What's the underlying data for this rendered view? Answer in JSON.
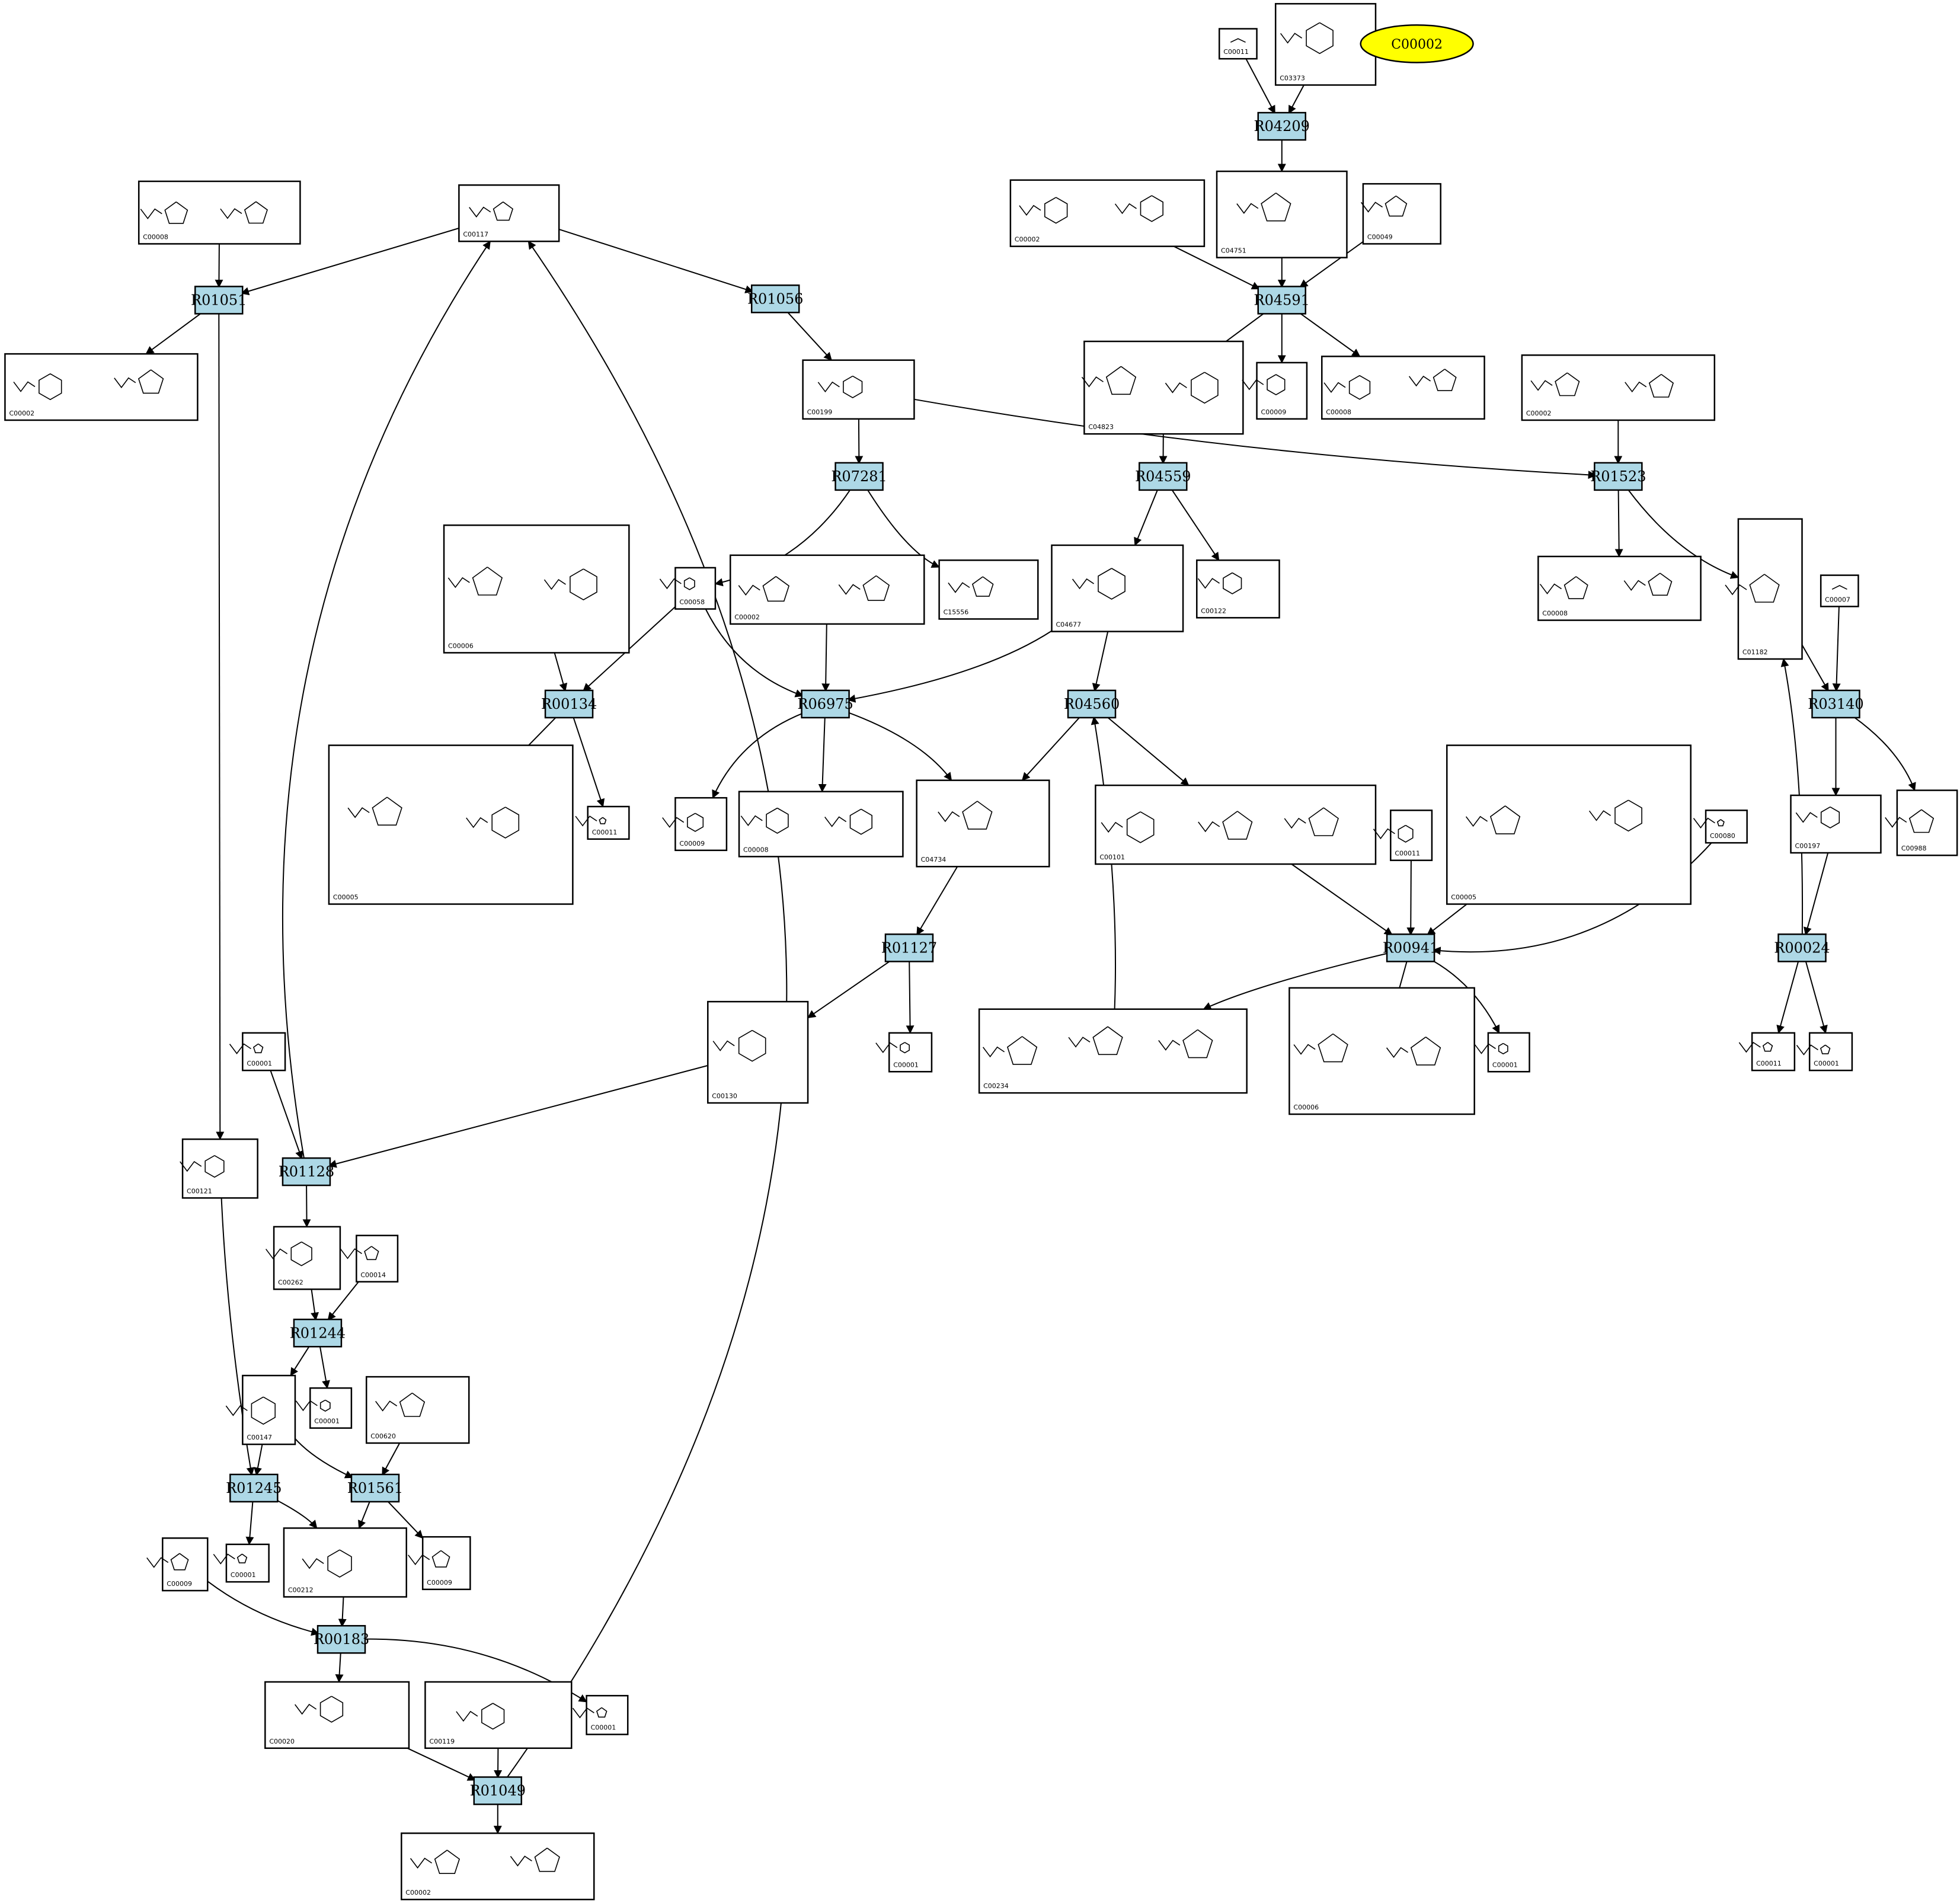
{
  "highlight": {
    "label": "C00002",
    "color": "#ffff00"
  },
  "reactions": [
    "R04209",
    "R04591",
    "R01051",
    "R01056",
    "R07281",
    "R04559",
    "R01523",
    "R00134",
    "R06975",
    "R04560",
    "R03140",
    "R01127",
    "R00941",
    "R00024",
    "R01128",
    "R01244",
    "R01245",
    "R01561",
    "R00183",
    "R01049"
  ],
  "compounds": [
    {
      "id": "c11a",
      "label": "C00011"
    },
    {
      "id": "c3373",
      "label": "C03373"
    },
    {
      "id": "c8a",
      "label": "C00008"
    },
    {
      "id": "c117",
      "label": "C00117"
    },
    {
      "id": "c2a",
      "label": "C00002"
    },
    {
      "id": "c4751",
      "label": "C04751"
    },
    {
      "id": "c49",
      "label": "C00049"
    },
    {
      "id": "c2b",
      "label": "C00002"
    },
    {
      "id": "c199",
      "label": "C00199"
    },
    {
      "id": "c4823",
      "label": "C04823"
    },
    {
      "id": "c9a",
      "label": "C00009"
    },
    {
      "id": "c8b",
      "label": "C00008"
    },
    {
      "id": "c2c",
      "label": "C00002"
    },
    {
      "id": "c6a",
      "label": "C00006"
    },
    {
      "id": "c58",
      "label": "C00058"
    },
    {
      "id": "c2d",
      "label": "C00002"
    },
    {
      "id": "c15556",
      "label": "C15556"
    },
    {
      "id": "c4677",
      "label": "C04677"
    },
    {
      "id": "c122",
      "label": "C00122"
    },
    {
      "id": "c8c",
      "label": "C00008"
    },
    {
      "id": "c1182",
      "label": "C01182"
    },
    {
      "id": "c7",
      "label": "C00007"
    },
    {
      "id": "c5a",
      "label": "C00005"
    },
    {
      "id": "c11b",
      "label": "C00011"
    },
    {
      "id": "c9b",
      "label": "C00009"
    },
    {
      "id": "c8d",
      "label": "C00008"
    },
    {
      "id": "c4734",
      "label": "C04734"
    },
    {
      "id": "c101",
      "label": "C00101"
    },
    {
      "id": "c11c",
      "label": "C00011"
    },
    {
      "id": "c5b",
      "label": "C00005"
    },
    {
      "id": "c80",
      "label": "C00080"
    },
    {
      "id": "c197",
      "label": "C00197"
    },
    {
      "id": "c988",
      "label": "C00988"
    },
    {
      "id": "c1a",
      "label": "C00001"
    },
    {
      "id": "c130",
      "label": "C00130"
    },
    {
      "id": "c1b",
      "label": "C00001"
    },
    {
      "id": "c234",
      "label": "C00234"
    },
    {
      "id": "c6b",
      "label": "C00006"
    },
    {
      "id": "c1c",
      "label": "C00001"
    },
    {
      "id": "c11d",
      "label": "C00011"
    },
    {
      "id": "c1d",
      "label": "C00001"
    },
    {
      "id": "c121",
      "label": "C00121"
    },
    {
      "id": "c262",
      "label": "C00262"
    },
    {
      "id": "c14",
      "label": "C00014"
    },
    {
      "id": "c147",
      "label": "C00147"
    },
    {
      "id": "c1e",
      "label": "C00001"
    },
    {
      "id": "c620",
      "label": "C00620"
    },
    {
      "id": "c1f",
      "label": "C00001"
    },
    {
      "id": "c212",
      "label": "C00212"
    },
    {
      "id": "c9c",
      "label": "C00009"
    },
    {
      "id": "c9d",
      "label": "C00009"
    },
    {
      "id": "c20",
      "label": "C00020"
    },
    {
      "id": "c119",
      "label": "C00119"
    },
    {
      "id": "c1g",
      "label": "C00001"
    },
    {
      "id": "c2e",
      "label": "C00002"
    }
  ]
}
